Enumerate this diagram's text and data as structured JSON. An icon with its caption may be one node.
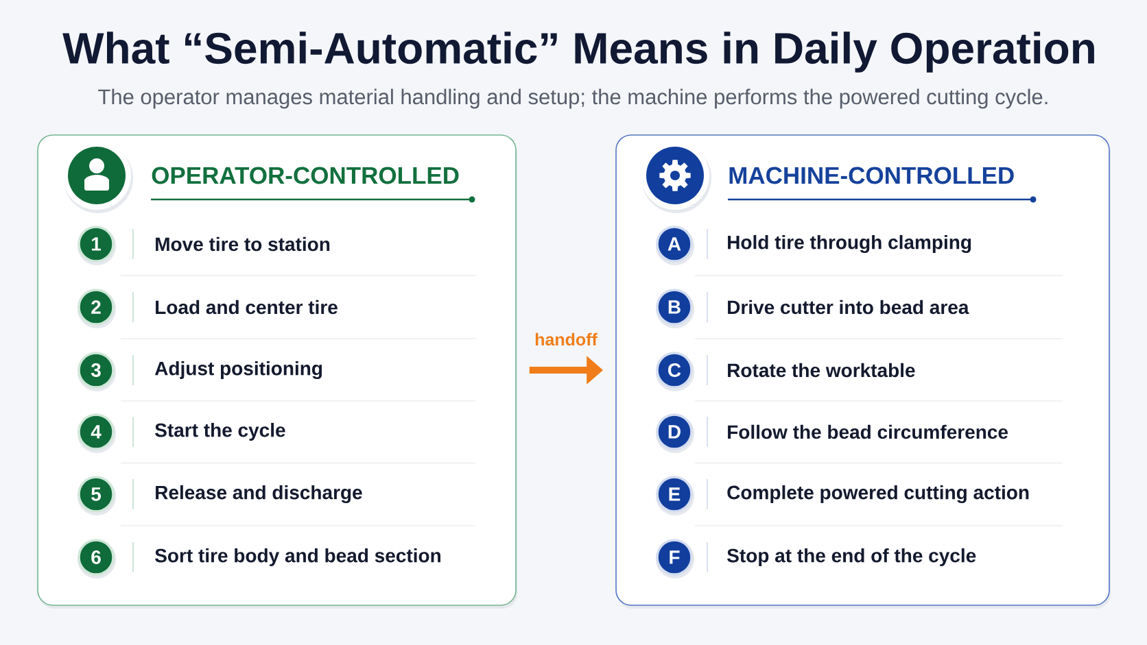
{
  "diagram": {
    "title": "What “Semi-Automatic” Means in Daily Operation",
    "nodes": [
      {
        "text": [
          "OPERATOR-CONTROLLED"
        ]
      },
      {
        "text": [
          "1"
        ],
        "in": 0,
        "beside": [
          "Move tire to station"
        ]
      },
      {
        "text": [
          "2"
        ],
        "in": 0,
        "beside": [
          "Load and center tire"
        ]
      },
      {
        "text": [
          "3"
        ],
        "in": 0,
        "beside": [
          "Adjust positioning"
        ]
      },
      {
        "text": [
          "4"
        ],
        "in": 0,
        "beside": [
          "Start the cycle"
        ]
      },
      {
        "text": [
          "5"
        ],
        "in": 0,
        "beside": [
          "Release and discharge"
        ]
      },
      {
        "text": [
          "6"
        ],
        "in": 0,
        "beside": [
          "Sort tire body and bead section"
        ]
      },
      {
        "text": [
          "MACHINE-CONTROLLED"
        ]
      },
      {
        "text": [
          "A"
        ],
        "in": 7,
        "beside": [
          "Hold tire through clamping"
        ]
      },
      {
        "text": [
          "B"
        ],
        "in": 7,
        "beside": [
          "Drive cutter into bead area"
        ]
      },
      {
        "text": [
          "C"
        ],
        "in": 7,
        "beside": [
          "Rotate the worktable"
        ]
      },
      {
        "text": [
          "D"
        ],
        "in": 7,
        "beside": [
          "Follow the bead circumference"
        ]
      },
      {
        "text": [
          "E"
        ],
        "in": 7,
        "beside": [
          "Complete powered cutting action"
        ]
      },
      {
        "text": [
          "F"
        ],
        "in": 7,
        "beside": [
          "Stop at the end of the cycle"
        ]
      }
    ],
    "edges": [
      {
        "from": 0,
        "to": 7,
        "arrow": "to",
        "label": "handoff",
        "color": "#f07d1a"
      }
    ],
    "labels": [
      "The operator manages material handling and setup; the machine performs the powered cutting cycle."
    ]
  }
}
